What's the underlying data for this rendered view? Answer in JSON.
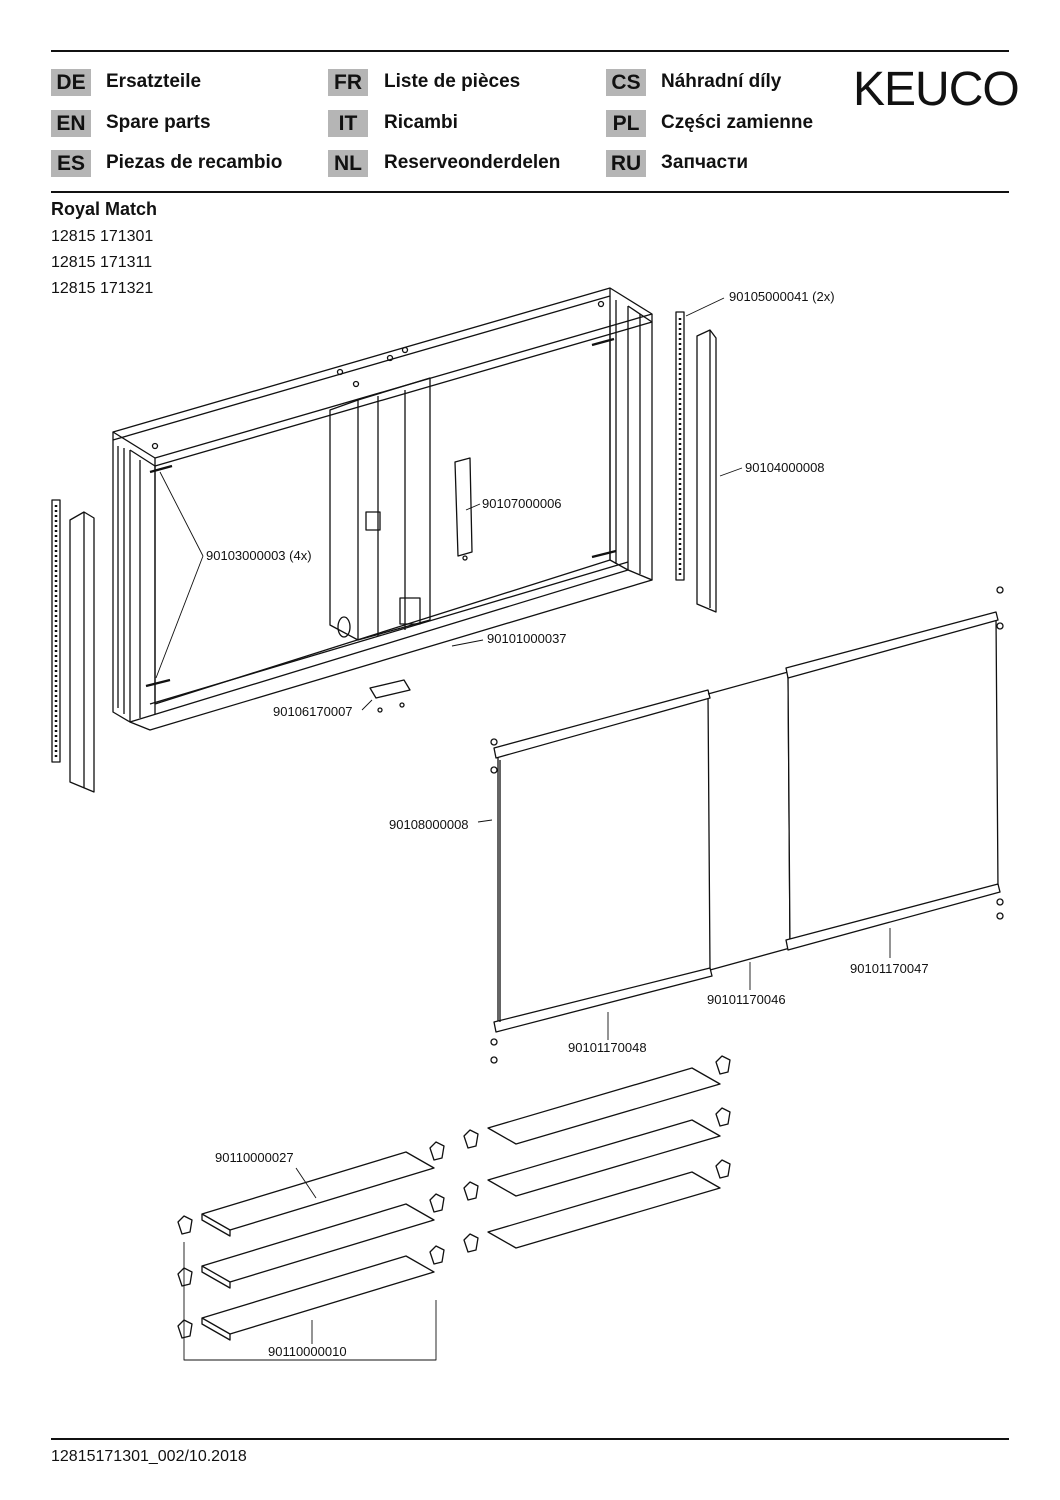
{
  "header": {
    "languages": [
      {
        "code": "DE",
        "label": "Ersatzteile"
      },
      {
        "code": "EN",
        "label": "Spare parts"
      },
      {
        "code": "ES",
        "label": "Piezas de recambio"
      },
      {
        "code": "FR",
        "label": "Liste de pièces"
      },
      {
        "code": "IT",
        "label": "Ricambi"
      },
      {
        "code": "NL",
        "label": "Reserveonderdelen"
      },
      {
        "code": "CS",
        "label": "Náhradní díly"
      },
      {
        "code": "PL",
        "label": "Części zamienne"
      },
      {
        "code": "RU",
        "label": "Запчасти"
      }
    ],
    "brand": "KEUCO"
  },
  "product": {
    "title": "Royal Match",
    "models": [
      "12815 171301",
      "12815 171311",
      "12815 171321"
    ]
  },
  "parts": {
    "p1": "90105000041 (2x)",
    "p2": "90104000008",
    "p3": "90107000006",
    "p4": "90103000003 (4x)",
    "p5": "90101000037",
    "p6": "90106170007",
    "p7": "90108000008",
    "p8": "90101170047",
    "p9": "90101170046",
    "p10": "90101170048",
    "p11": "90110000027",
    "p12": "90110000010"
  },
  "footer": {
    "doc_id": "12815171301_002/10.2018"
  }
}
